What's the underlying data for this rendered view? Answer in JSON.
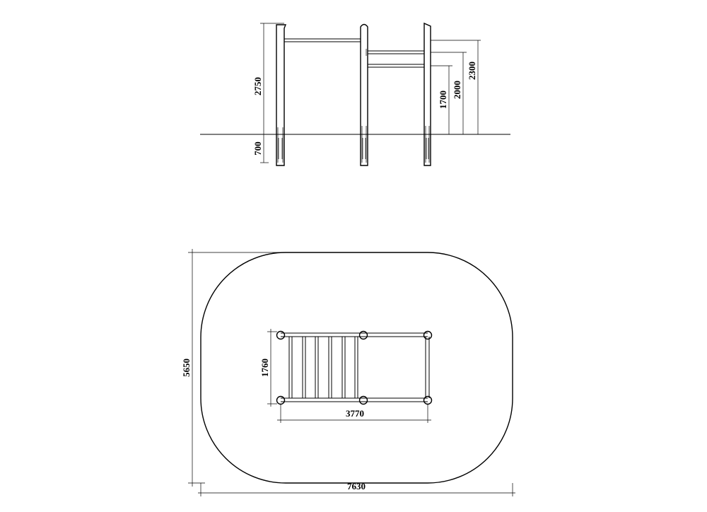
{
  "dimensions": {
    "elevation": {
      "height_above_ground": "2750",
      "depth_below_ground": "700",
      "bar_height_high": "2300",
      "bar_height_mid": "2000",
      "bar_height_low": "1700"
    },
    "plan": {
      "zone_width": "7630",
      "zone_depth": "5650",
      "frame_width": "3770",
      "frame_depth": "1760"
    }
  },
  "colors": {
    "line": "#000000",
    "background": "#ffffff"
  }
}
